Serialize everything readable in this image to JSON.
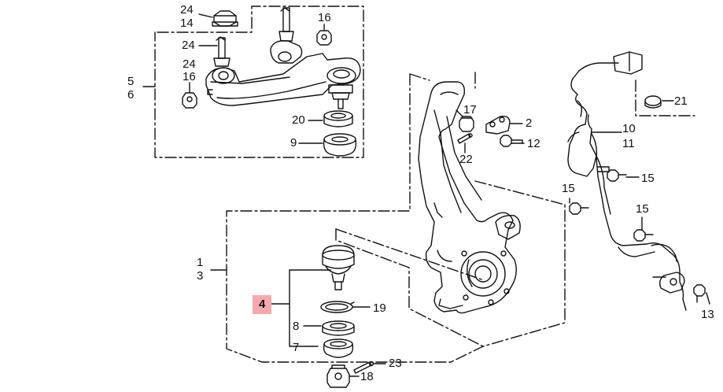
{
  "labels": {
    "n24a": "24",
    "n14": "14",
    "n16a": "16",
    "n24b": "24",
    "n24c": "24",
    "n16b": "16",
    "n5": "5",
    "n6": "6",
    "n20": "20",
    "n9": "9",
    "n17": "17",
    "n2": "2",
    "n12": "12",
    "n22": "22",
    "n10": "10",
    "n11": "11",
    "n21": "21",
    "n15a": "15",
    "n15b": "15",
    "n15c": "15",
    "n13": "13",
    "n1": "1",
    "n3": "3",
    "n4": "4",
    "n19": "19",
    "n8": "8",
    "n7": "7",
    "n23": "23",
    "n18": "18"
  },
  "highlight_color": "#f4a9ae"
}
